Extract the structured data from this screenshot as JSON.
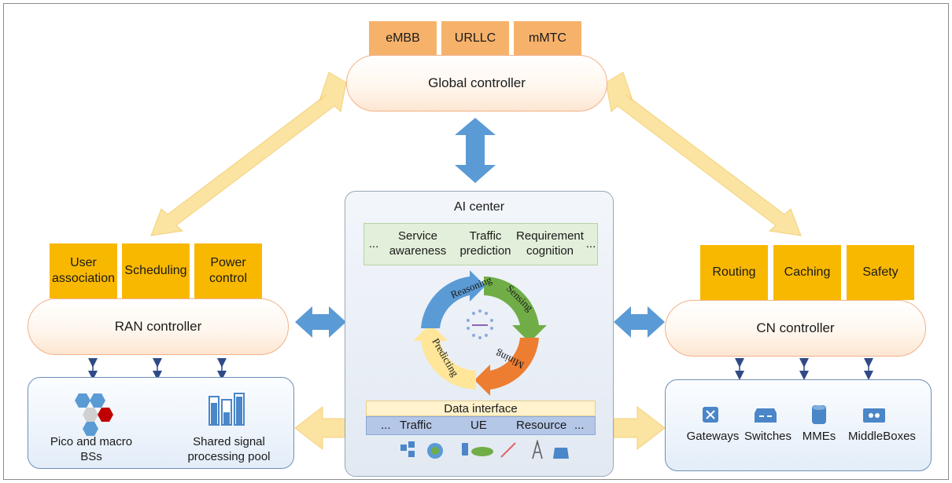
{
  "global": {
    "title": "Global controller",
    "services": [
      "eMBB",
      "URLLC",
      "mMTC"
    ]
  },
  "ai_center": {
    "title": "AI center",
    "top_items": [
      "...",
      "Service\nawareness",
      "Traffic\nprediction",
      "Requirement\ncognition",
      "..."
    ],
    "cycle": [
      "Reasoning",
      "Sensing",
      "Mining",
      "Predicting"
    ],
    "data_interface": "Data interface",
    "resources": [
      "...",
      "Traffic",
      "UE",
      "Resource",
      "..."
    ]
  },
  "ran": {
    "title": "RAN controller",
    "functions": [
      "User\nassociation",
      "Scheduling",
      "Power\ncontrol"
    ],
    "pico_label": "Pico and macro\nBSs",
    "pool_label": "Shared signal\nprocessing pool"
  },
  "cn": {
    "title": "CN controller",
    "functions": [
      "Routing",
      "Caching",
      "Safety"
    ],
    "devices": [
      "Gateways",
      "Switches",
      "MMEs",
      "MiddleBoxes"
    ]
  },
  "colors": {
    "service_box": "#f6b26b",
    "function_box": "#f9b800",
    "big_arrow": "#fbe3a1",
    "blue_arrow": "#5b9bd5",
    "device_icon": "#4a86c8"
  },
  "icons": [
    "hexagon-cluster-icon",
    "signal-bars-icon",
    "gateway-icon",
    "switch-icon",
    "mme-icon",
    "middlebox-icon"
  ]
}
